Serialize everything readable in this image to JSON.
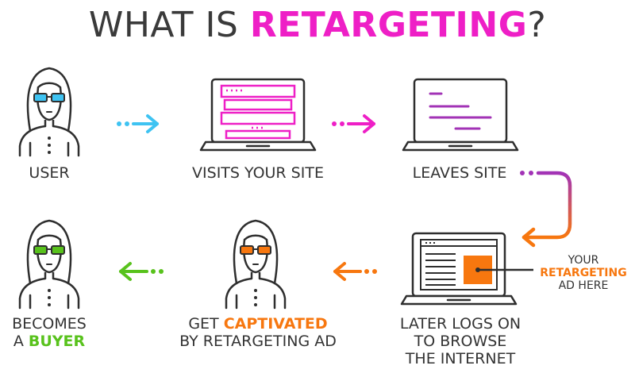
{
  "title": {
    "prefix": "WHAT IS ",
    "highlight": "RETARGETING",
    "suffix": "?"
  },
  "steps": {
    "user": {
      "label": "USER"
    },
    "visits": {
      "label": "VISITS YOUR SITE"
    },
    "leaves": {
      "label": "LEAVES SITE"
    },
    "later": {
      "line1": "LATER LOGS ON",
      "line2": "TO BROWSE",
      "line3": "THE INTERNET"
    },
    "captivated": {
      "pre": "GET ",
      "highlight": "CAPTIVATED",
      "line2": "BY RETARGETING AD"
    },
    "buyer": {
      "line1": "BECOMES",
      "pre": "A ",
      "highlight": "BUYER"
    }
  },
  "ad_note": {
    "line1": "YOUR",
    "highlight": "RETARGETING",
    "line3": "AD HERE"
  },
  "colors": {
    "text": "#3a3a3a",
    "line": "#2e2e2e",
    "cyan": "#3ec3f2",
    "magenta": "#ee1fc6",
    "purple": "#a233b6",
    "orange": "#f7770f",
    "green": "#58c21c"
  },
  "icons": {
    "user_glasses": "cyan",
    "captivated_glasses": "orange",
    "buyer_glasses": "green"
  }
}
